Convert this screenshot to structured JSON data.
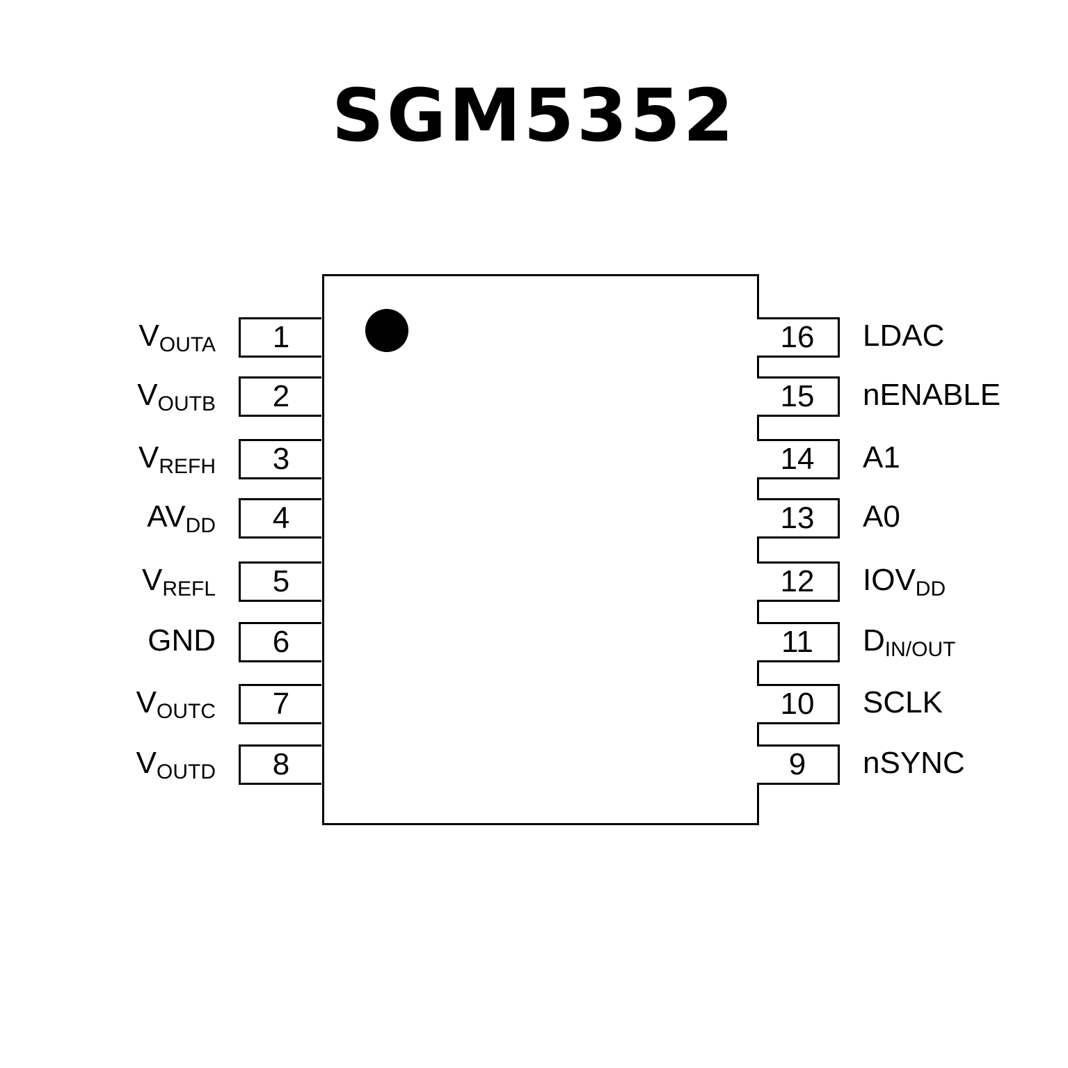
{
  "title": "SGM5352",
  "left_pins": [
    {
      "number": "1",
      "name": "V",
      "sub": "OUTA"
    },
    {
      "number": "2",
      "name": "V",
      "sub": "OUTB"
    },
    {
      "number": "3",
      "name": "V",
      "sub": "REFH"
    },
    {
      "number": "4",
      "name": "AV",
      "sub": "DD"
    },
    {
      "number": "5",
      "name": "V",
      "sub": "REFL"
    },
    {
      "number": "6",
      "name": "GND",
      "sub": ""
    },
    {
      "number": "7",
      "name": "V",
      "sub": "OUTC"
    },
    {
      "number": "8",
      "name": "V",
      "sub": "OUTD"
    }
  ],
  "right_pins": [
    {
      "number": "16",
      "name": "LDAC",
      "sub": ""
    },
    {
      "number": "15",
      "name": "nENABLE",
      "sub": ""
    },
    {
      "number": "14",
      "name": "A1",
      "sub": ""
    },
    {
      "number": "13",
      "name": "A0",
      "sub": ""
    },
    {
      "number": "12",
      "name": "IOV",
      "sub": "DD"
    },
    {
      "number": "11",
      "name": "D",
      "sub": "IN/OUT"
    },
    {
      "number": "10",
      "name": "SCLK",
      "sub": ""
    },
    {
      "number": "9",
      "name": "nSYNC",
      "sub": ""
    }
  ]
}
